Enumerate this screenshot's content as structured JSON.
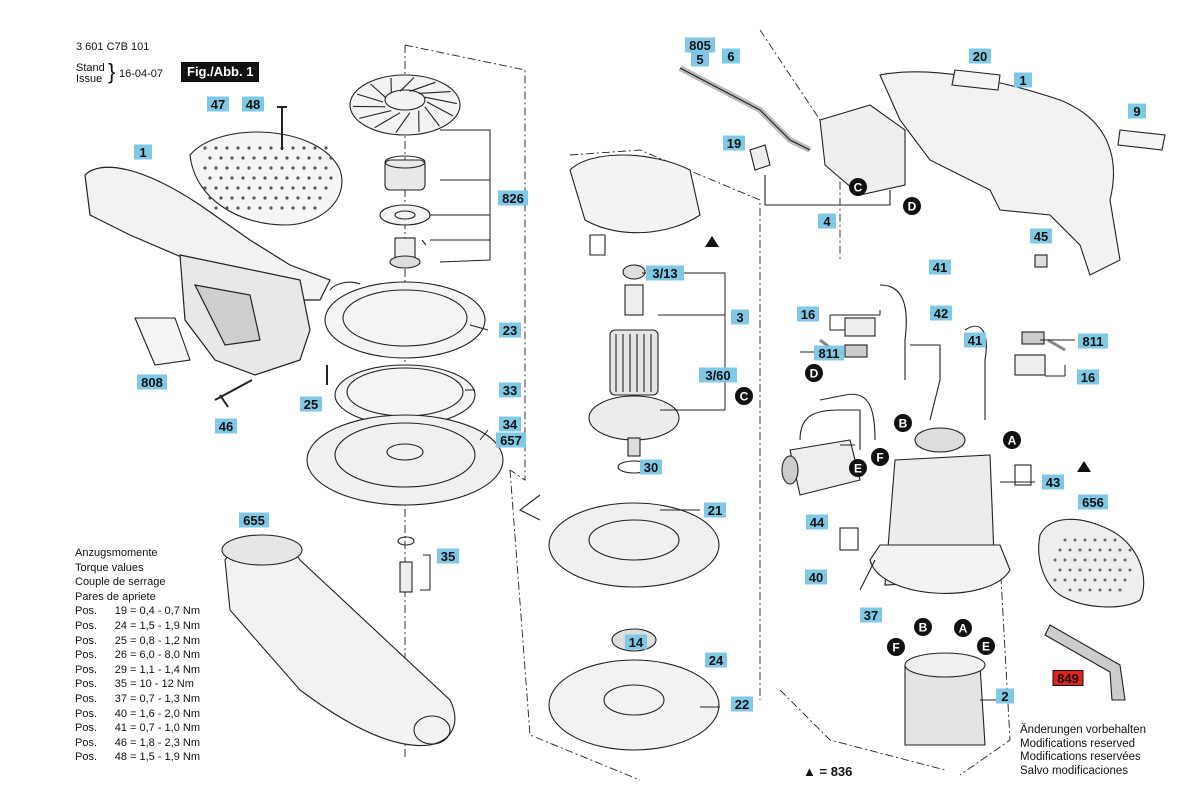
{
  "header": {
    "part_number": "3 601 C7B 101",
    "stand_label": "Stand",
    "issue_label": "Issue",
    "date": "16-04-07",
    "figure_label": "Fig./Abb. 1"
  },
  "torque": {
    "titles": [
      "Anzugsmomente",
      "Torque values",
      "Couple de serrage",
      "Pares de apriete"
    ],
    "pos_label": "Pos.",
    "rows": [
      {
        "pos": "19",
        "value": "= 0,4 - 0,7 Nm"
      },
      {
        "pos": "24",
        "value": "= 1,5 - 1,9 Nm"
      },
      {
        "pos": "25",
        "value": "= 0,8 - 1,2 Nm"
      },
      {
        "pos": "26",
        "value": "= 6,0 - 8,0 Nm"
      },
      {
        "pos": "29",
        "value": "= 1,1 - 1,4 Nm"
      },
      {
        "pos": "35",
        "value": "= 10  -  12 Nm"
      },
      {
        "pos": "37",
        "value": "= 0,7 - 1,3 Nm"
      },
      {
        "pos": "40",
        "value": "= 1,6 - 2,0 Nm"
      },
      {
        "pos": "41",
        "value": "= 0,7 - 1,0 Nm"
      },
      {
        "pos": "46",
        "value": "= 1,8 - 2,3 Nm"
      },
      {
        "pos": "48",
        "value": "= 1,5 - 1,9 Nm"
      }
    ]
  },
  "footnote": [
    "Änderungen vorbehalten",
    "Modifications reserved",
    "Modifications reservées",
    "Salvo modificaciones"
  ],
  "triangle_legend": "= 836",
  "colors": {
    "label_bg": "#7fc9e6",
    "highlight_bg": "#e2231a",
    "ink": "#111111"
  },
  "labels": [
    "805",
    "5",
    "6",
    "20",
    "1",
    "9",
    "19",
    "4",
    "45",
    "41",
    "16",
    "42",
    "811",
    "41",
    "811",
    "16",
    "3/13",
    "3",
    "3/60",
    "30",
    "21",
    "44",
    "43",
    "656",
    "40",
    "37",
    "2",
    "849",
    "14",
    "24",
    "22",
    "47",
    "48",
    "1",
    "826",
    "23",
    "808",
    "33",
    "25",
    "34",
    "657",
    "46",
    "655",
    "35"
  ],
  "markers": [
    "C",
    "D",
    "C",
    "D",
    "B",
    "A",
    "E",
    "F",
    "F",
    "B",
    "A",
    "E"
  ]
}
